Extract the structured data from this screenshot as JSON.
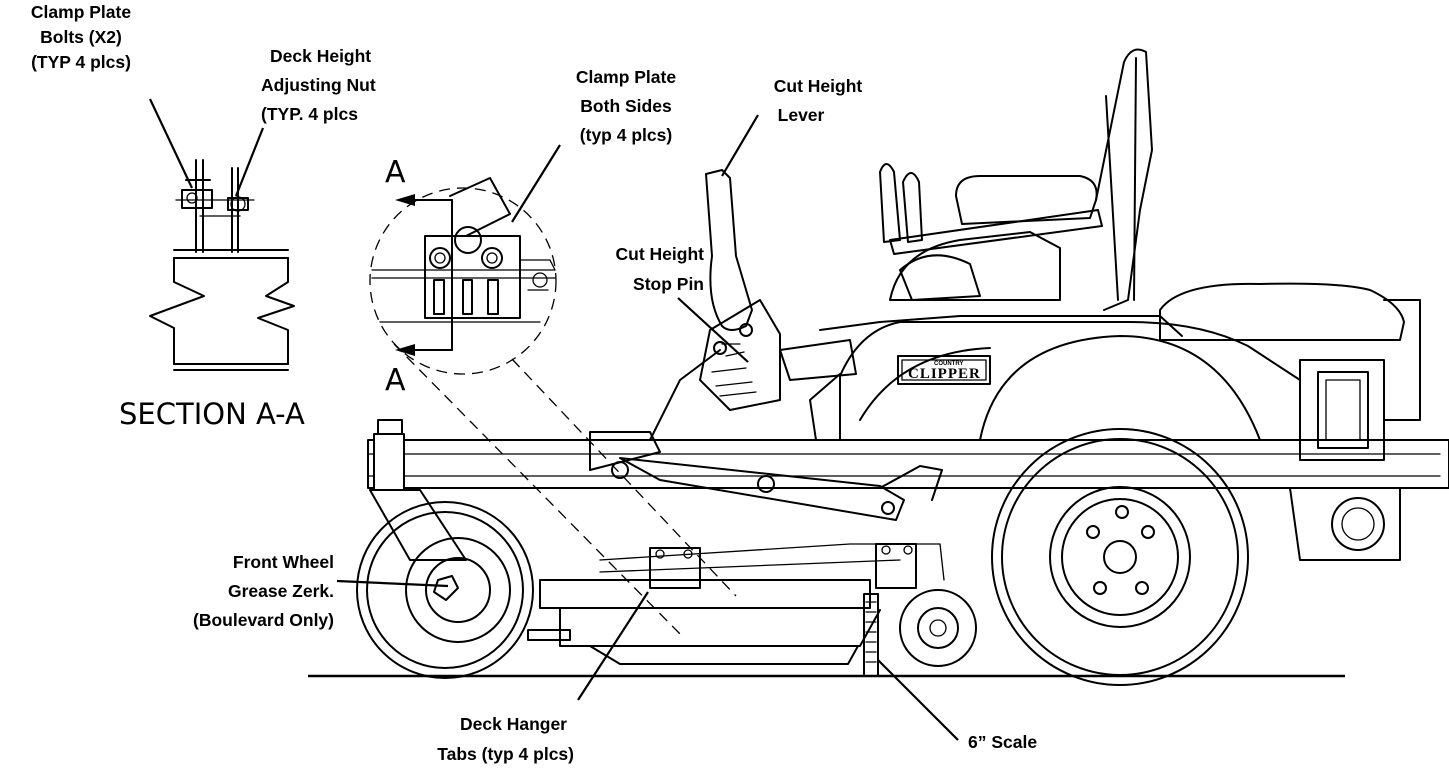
{
  "labels": {
    "clamp_plate_bolts": [
      "Clamp Plate",
      "Bolts (X2)",
      "(TYP 4 plcs)"
    ],
    "deck_height_nut": [
      "Deck Height",
      "Adjusting Nut",
      "(TYP. 4 plcs"
    ],
    "clamp_plate_sides": [
      "Clamp Plate",
      "Both Sides",
      "(typ 4 plcs)"
    ],
    "cut_height_lever": [
      "Cut Height",
      "Lever"
    ],
    "cut_height_stop_pin": [
      "Cut Height",
      "Stop Pin"
    ],
    "front_wheel_zerk": [
      "Front Wheel",
      "Grease Zerk.",
      "(Boulevard Only)"
    ],
    "deck_hanger_tabs": [
      "Deck Hanger",
      "Tabs (typ 4 plcs)"
    ],
    "six_inch_scale": "6” Scale",
    "section_marker_top": "A",
    "section_marker_bottom": "A",
    "section_title": "SECTION A-A",
    "brand_logo": "CLIPPER",
    "brand_logo_small": "COUNTRY"
  }
}
